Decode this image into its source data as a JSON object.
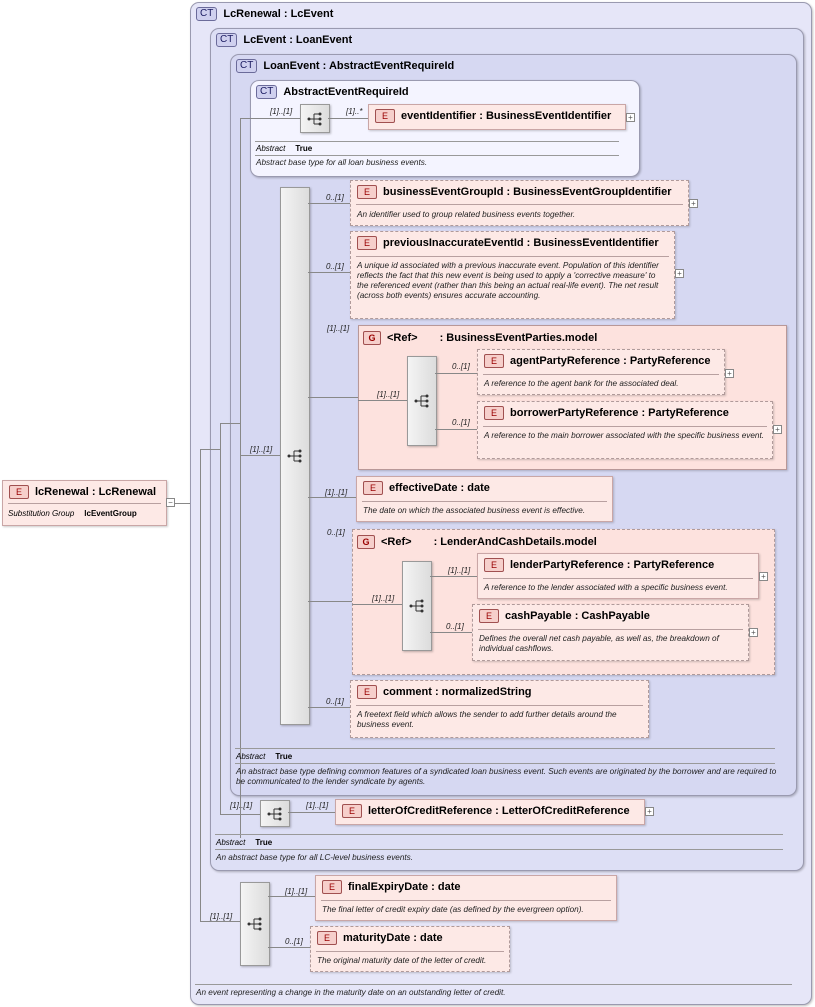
{
  "root": {
    "badge": "E",
    "title": "lcRenewal : LcRenewal",
    "subst_key": "Substitution Group",
    "subst_val": "lcEventGroup"
  },
  "types": {
    "lcrenewal": {
      "badge": "CT",
      "title": "LcRenewal : LcEvent",
      "doc": "An event representing a change in the maturity date on an outstanding letter of credit."
    },
    "lcevent": {
      "badge": "CT",
      "title": "LcEvent : LoanEvent",
      "abstract_key": "Abstract",
      "abstract_val": "True",
      "doc": "An abstract base type for all LC-level business events."
    },
    "loanevent": {
      "badge": "CT",
      "title": "LoanEvent : AbstractEventRequireId",
      "abstract_key": "Abstract",
      "abstract_val": "True",
      "doc": "An abstract base type defining common features of a syndicated loan business event. Such events are originated by the borrower and are required to be communicated to the lender syndicate by agents."
    },
    "abstract": {
      "badge": "CT",
      "title": "AbstractEventRequireId",
      "abstract_key": "Abstract",
      "abstract_val": "True",
      "doc": "Abstract base type for all loan business events."
    }
  },
  "elements": {
    "eventIdentifier": {
      "badge": "E",
      "title": "eventIdentifier : BusinessEventIdentifier",
      "card": "[1]..*"
    },
    "businessEventGroupId": {
      "badge": "E",
      "title": "businessEventGroupId : BusinessEventGroupIdentifier",
      "card": "0..[1]",
      "doc": "An identifier used to group related business events together."
    },
    "previousInaccurateEventId": {
      "badge": "E",
      "title": "previousInaccurateEventId : BusinessEventIdentifier",
      "card": "0..[1]",
      "doc": "A unique id associated with a previous inaccurate event. Population of this identifier reflects the fact that this new event is being used to apply a 'corrective measure' to the referenced event (rather than this being an actual real-life event). The net result (across both events) ensures accurate accounting."
    },
    "agentPartyReference": {
      "badge": "E",
      "title": "agentPartyReference : PartyReference",
      "card": "0..[1]",
      "doc": "A reference to the agent bank for the associated deal."
    },
    "borrowerPartyReference": {
      "badge": "E",
      "title": "borrowerPartyReference : PartyReference",
      "card": "0..[1]",
      "doc": "A reference to the main borrower associated with the specific business event."
    },
    "effectiveDate": {
      "badge": "E",
      "title": "effectiveDate : date",
      "card": "[1]..[1]",
      "doc": "The date on which the associated business event is effective."
    },
    "lenderPartyReference": {
      "badge": "E",
      "title": "lenderPartyReference : PartyReference",
      "card": "[1]..[1]",
      "doc": "A reference to the lender associated with a specific business event."
    },
    "cashPayable": {
      "badge": "E",
      "title": "cashPayable : CashPayable",
      "card": "0..[1]",
      "doc": "Defines the overall net cash payable, as well as, the breakdown of individual cashflows."
    },
    "comment": {
      "badge": "E",
      "title": "comment : normalizedString",
      "card": "0..[1]",
      "doc": "A freetext field which allows the sender to add further details around the business event."
    },
    "letterOfCreditReference": {
      "badge": "E",
      "title": "letterOfCreditReference : LetterOfCreditReference",
      "card": "[1]..[1]"
    },
    "finalExpiryDate": {
      "badge": "E",
      "title": "finalExpiryDate : date",
      "card": "[1]..[1]",
      "doc": "The final letter of credit expiry date (as defined by the evergreen option)."
    },
    "maturityDate": {
      "badge": "E",
      "title": "maturityDate : date",
      "card": "0..[1]",
      "doc": "The original maturity date of the letter of credit."
    }
  },
  "groups": {
    "parties": {
      "badge": "G",
      "ref": "<Ref>",
      "title": ": BusinessEventParties.model",
      "card": "[1]..[1]",
      "seq_card": "[1]..[1]"
    },
    "lender": {
      "badge": "G",
      "ref": "<Ref>",
      "title": ": LenderAndCashDetails.model",
      "card": "0..[1]",
      "seq_card": "[1]..[1]"
    }
  },
  "sequences": {
    "abstract_seq_card": "[1]..[1]",
    "main_seq_card": "[1]..[1]",
    "lc_seq_card": "[1]..[1]",
    "lcrenewal_seq_card": "[1]..[1]"
  }
}
